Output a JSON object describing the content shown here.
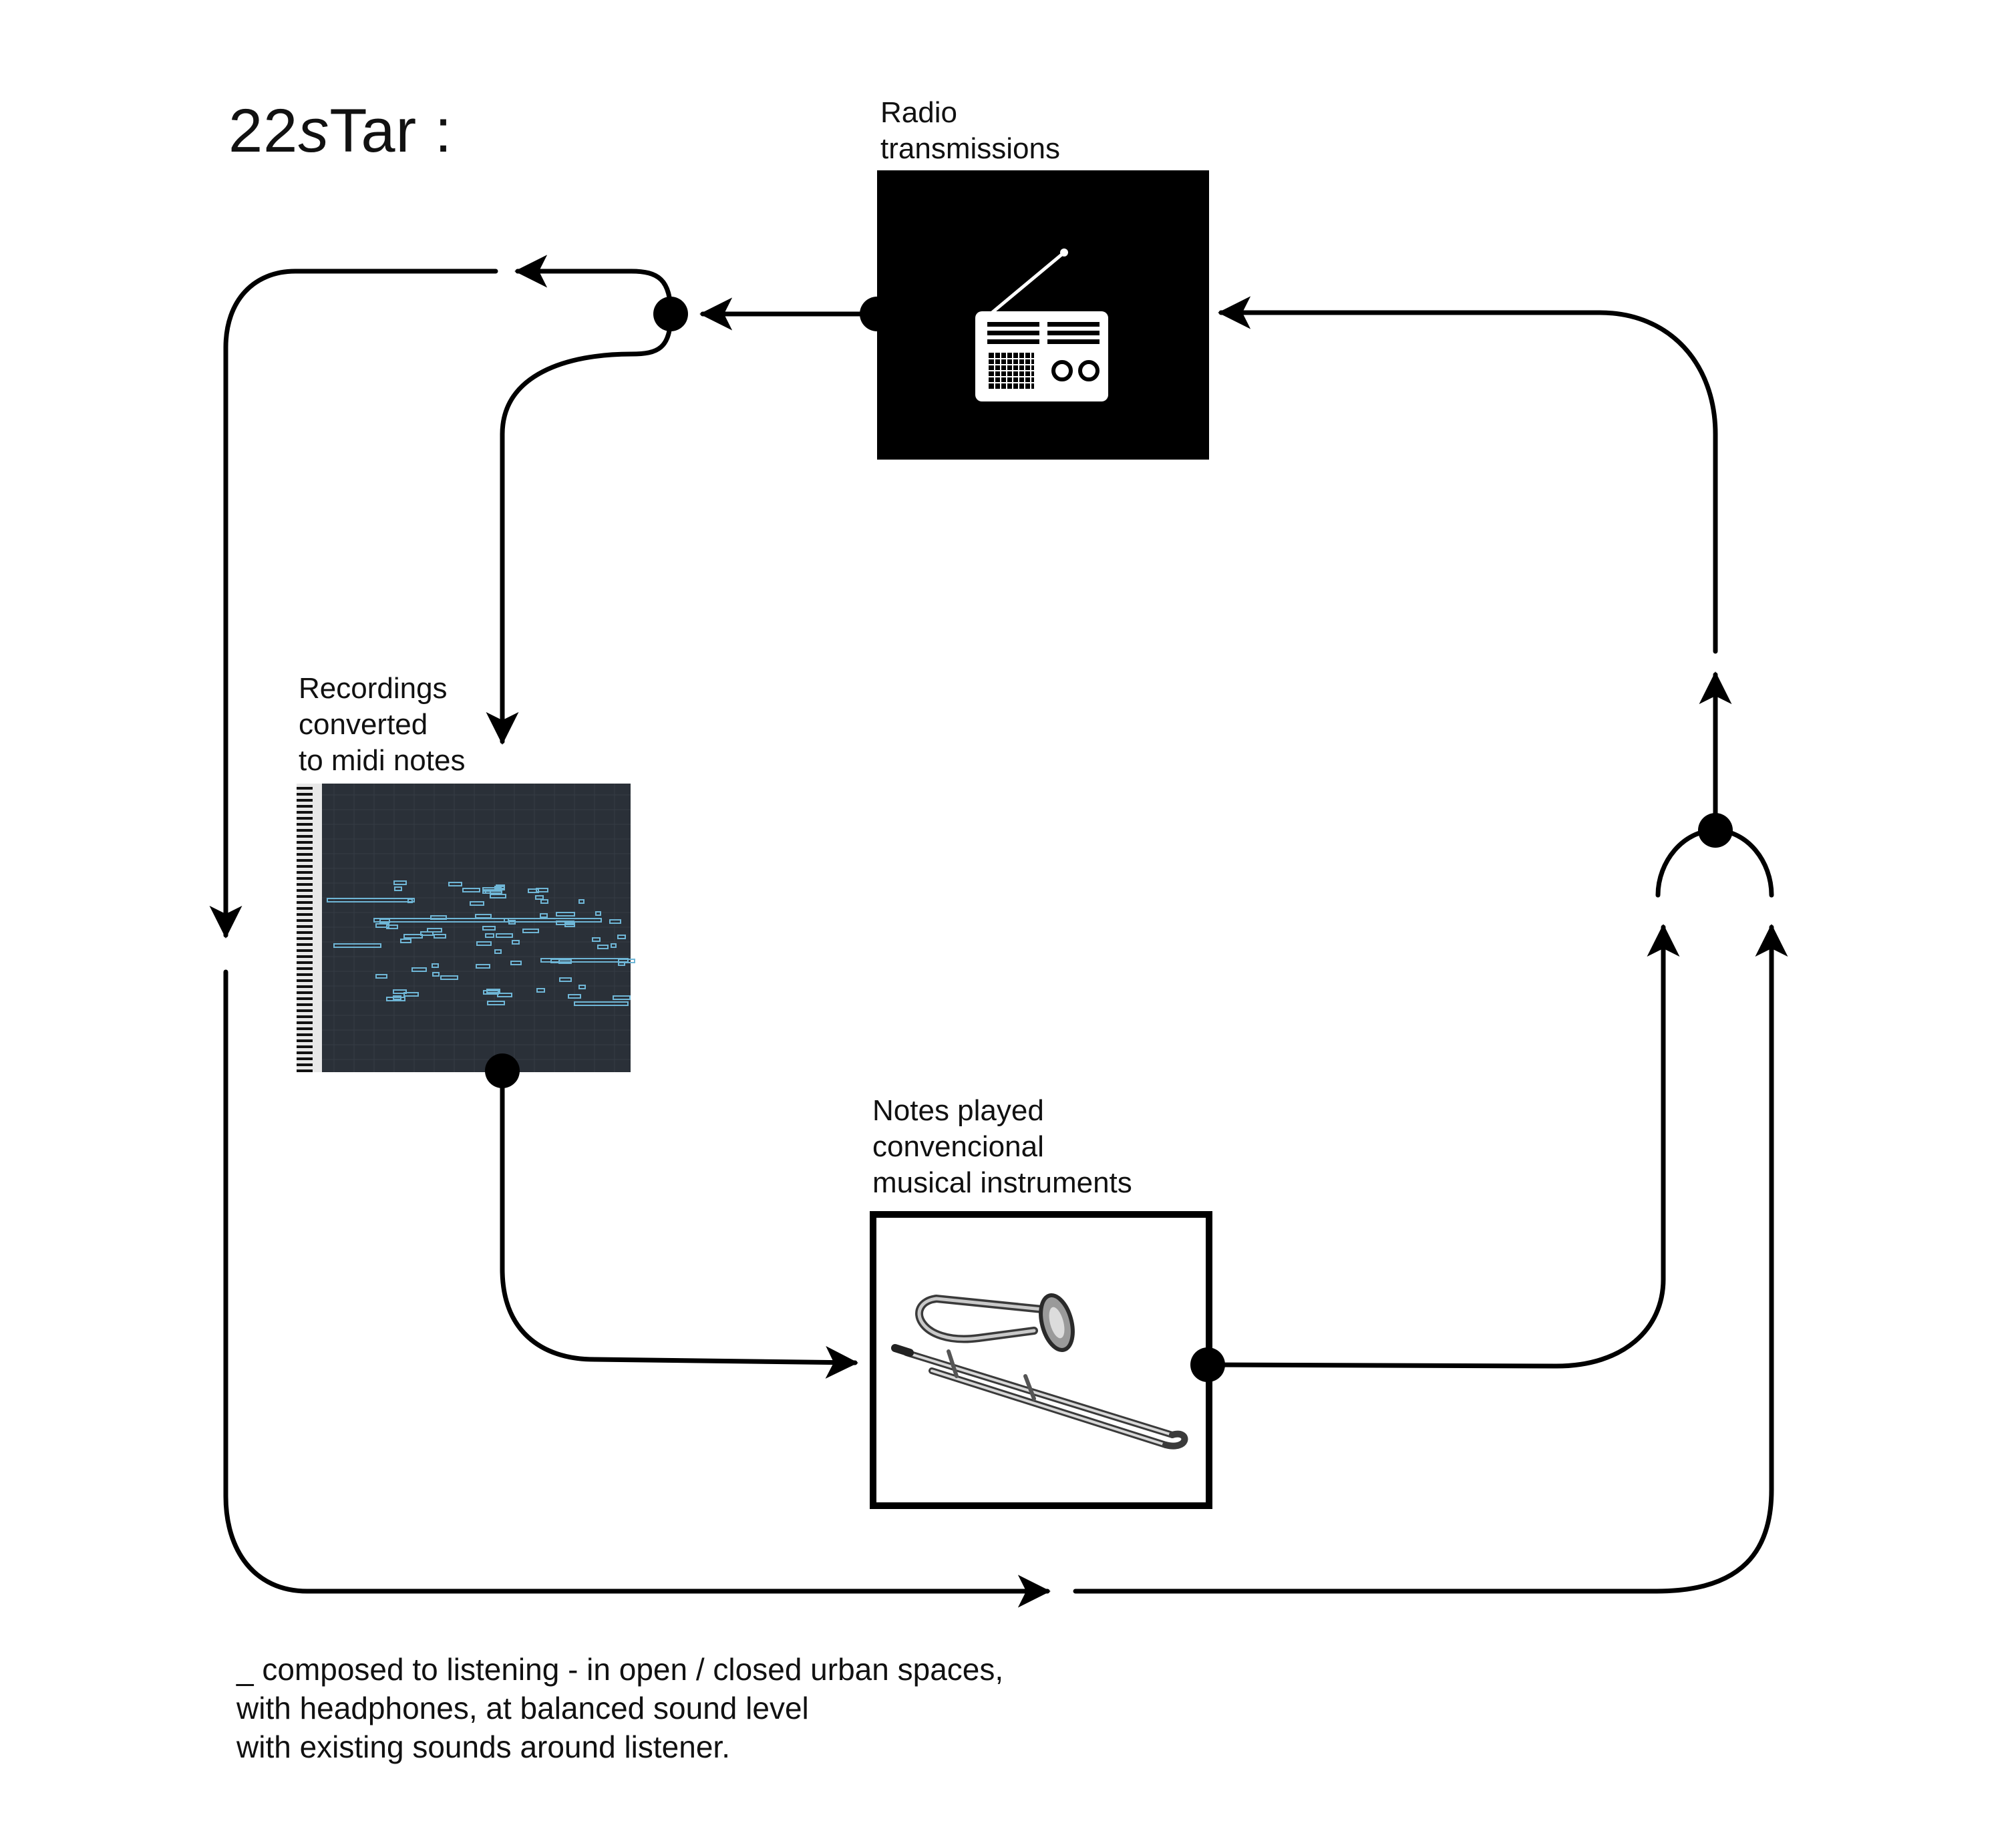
{
  "title": {
    "prefix": "22",
    "italic": "s",
    "suffix": "Tar :"
  },
  "nodes": {
    "radio": {
      "label": "Radio\ntransmissions",
      "icon": "radio-icon"
    },
    "midi": {
      "label": "Recordings\nconverted\nto midi notes",
      "icon": "piano-roll-icon"
    },
    "instruments": {
      "label": "Notes played\nconvencional\nmusical instruments",
      "icon": "trombone-icon"
    }
  },
  "footnote": "_ composed to listening - in open / closed urban spaces,\nwith headphones, at balanced sound level\nwith existing sounds around listener.",
  "colors": {
    "line": "#000000",
    "radio_box": "#000000",
    "piano_roll_bg": "#2a3038",
    "piano_roll_note": "#6fb6d6"
  }
}
